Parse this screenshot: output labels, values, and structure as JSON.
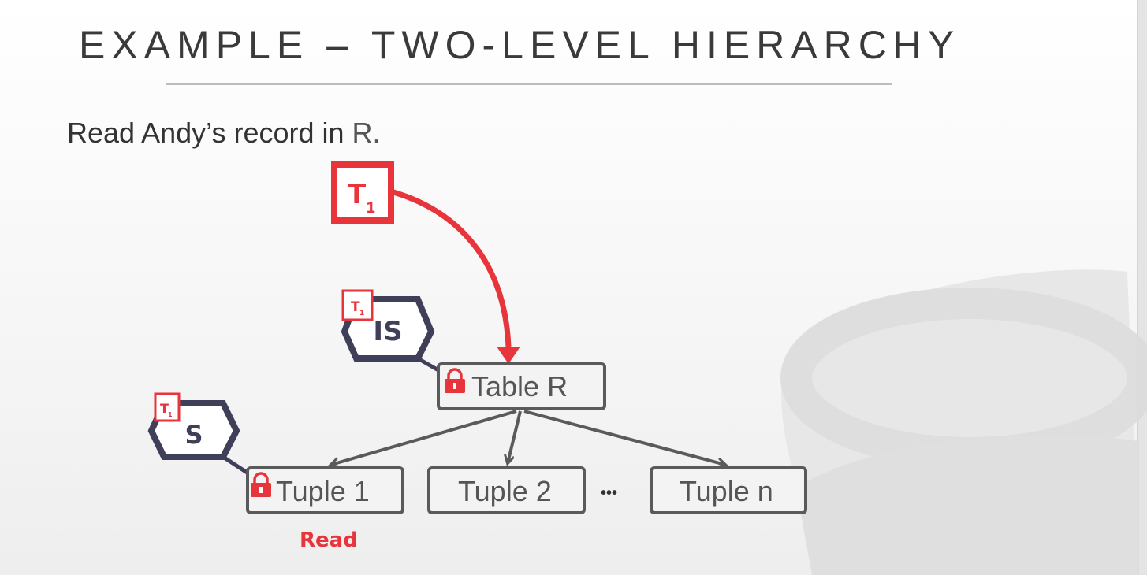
{
  "title": "EXAMPLE – TWO-LEVEL HIERARCHY",
  "subtitle": {
    "main": "Read Andy’s record in ",
    "relation": "R."
  },
  "diagram": {
    "transaction": {
      "label": "T",
      "subscript": "1"
    },
    "nodes": {
      "table": "Table R",
      "tuples": [
        "Tuple 1",
        "Tuple 2",
        "Tuple n"
      ],
      "ellipsis": "•••"
    },
    "locks": [
      {
        "mode": "IS",
        "holder": "T",
        "holder_sub": "1",
        "target": "Table R"
      },
      {
        "mode": "S",
        "holder": "T",
        "holder_sub": "1",
        "target": "Tuple 1"
      }
    ],
    "action_label": "Read"
  },
  "colors": {
    "accent_red": "#e8343b",
    "hex_border": "#3f3f5a",
    "node_border": "#5a5a5a",
    "arrow_gray": "#5a5a5a"
  },
  "icons": [
    "lock-icon",
    "db-logo-icon"
  ]
}
